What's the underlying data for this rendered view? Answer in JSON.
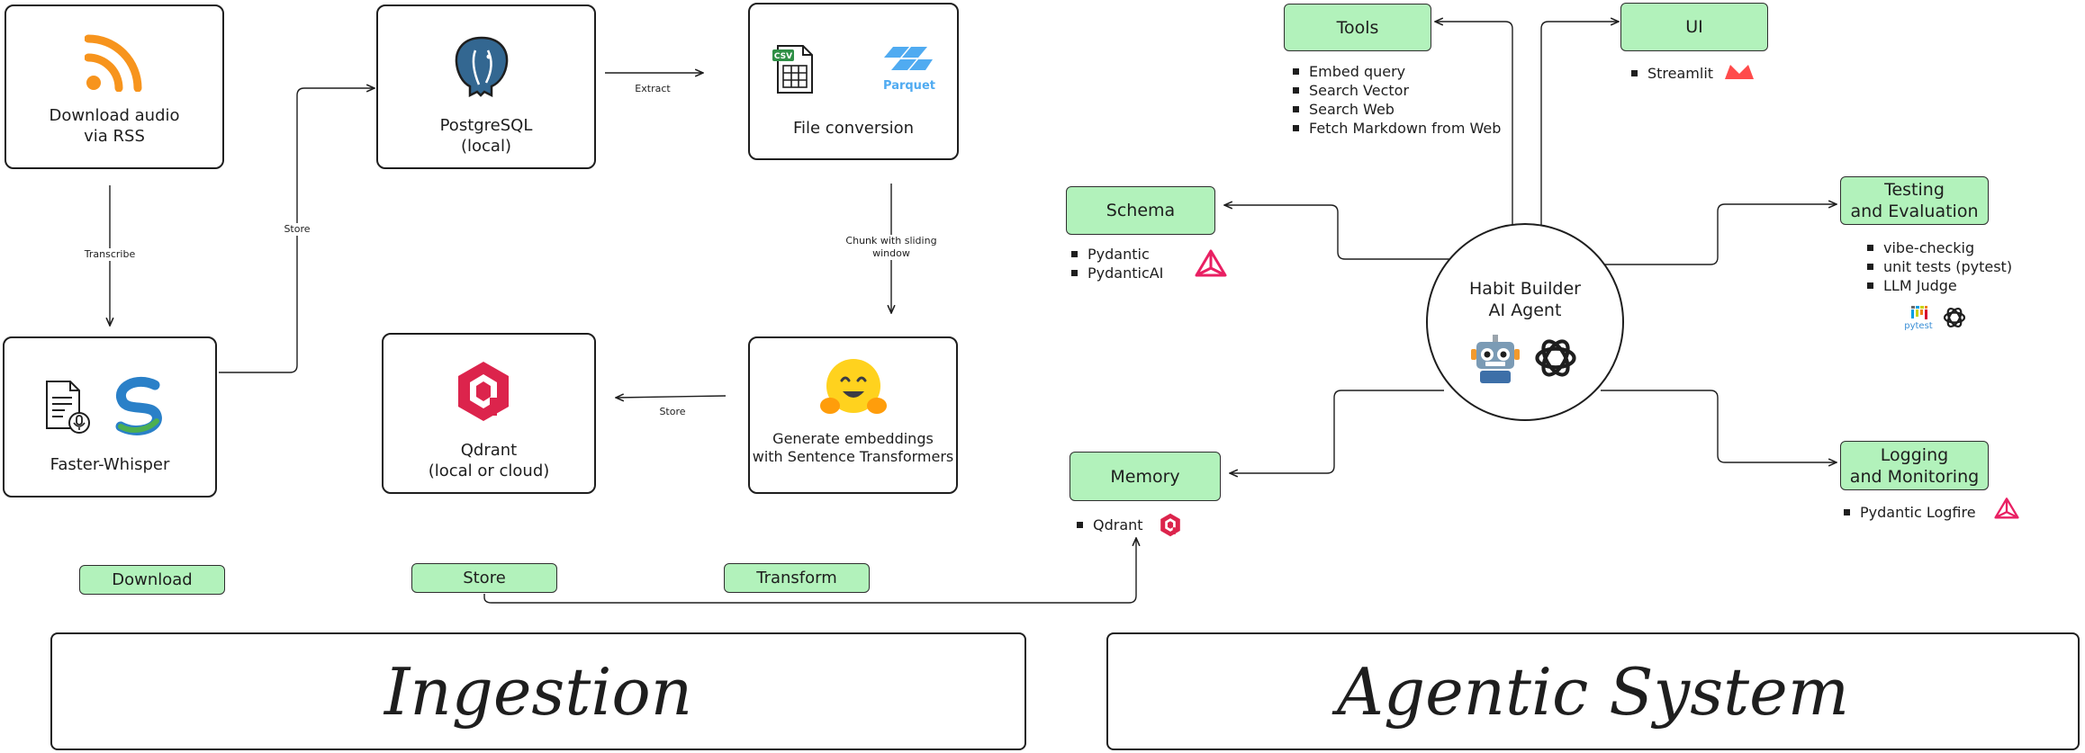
{
  "ingestion": {
    "download_audio": "Download audio\nvia RSS",
    "postgres": "PostgreSQL\n(local)",
    "file_conversion": "File conversion",
    "faster_whisper": "Faster-Whisper",
    "qdrant": "Qdrant\n(local or cloud)",
    "embeddings": "Generate embeddings\nwith Sentence Transformers",
    "csv_badge": "CSV",
    "parquet": "Parquet",
    "edges": {
      "extract": "Extract",
      "transcribe": "Transcribe",
      "store_pg": "Store",
      "chunk": "Chunk with sliding\nwindow",
      "store_qdrant": "Store"
    },
    "stage_tags": {
      "download": "Download",
      "store": "Store",
      "transform": "Transform"
    },
    "section_title": "Ingestion"
  },
  "agentic": {
    "center": "Habit Builder\nAI Agent",
    "tools": {
      "title": "Tools",
      "items": [
        "Embed query",
        "Search Vector",
        "Search Web",
        "Fetch Markdown from Web"
      ]
    },
    "ui": {
      "title": "UI",
      "items": [
        "Streamlit"
      ]
    },
    "schema": {
      "title": "Schema",
      "items": [
        "Pydantic",
        "PydanticAI"
      ]
    },
    "testing": {
      "title": "Testing\nand Evaluation",
      "items": [
        "vibe-checkig",
        "unit tests (pytest)",
        "LLM Judge"
      ],
      "pytest_logo": "pytest"
    },
    "memory": {
      "title": "Memory",
      "items": [
        "Qdrant"
      ]
    },
    "logging": {
      "title": "Logging\nand Monitoring",
      "items": [
        "Pydantic Logfire"
      ]
    },
    "section_title": "Agentic System"
  },
  "colors": {
    "tag_fill": "#b2f2bb",
    "rss": "#f7941d",
    "postgres": "#336791",
    "qdrant": "#dc244c",
    "pydantic": "#e92063"
  },
  "icons": [
    "rss-icon",
    "postgresql-icon",
    "csv-file-icon",
    "parquet-icon",
    "transcript-icon",
    "whisper-logo-icon",
    "qdrant-icon",
    "hugging-face-icon",
    "robot-icon",
    "openai-icon",
    "streamlit-icon",
    "pydantic-icon",
    "pytest-icon"
  ]
}
